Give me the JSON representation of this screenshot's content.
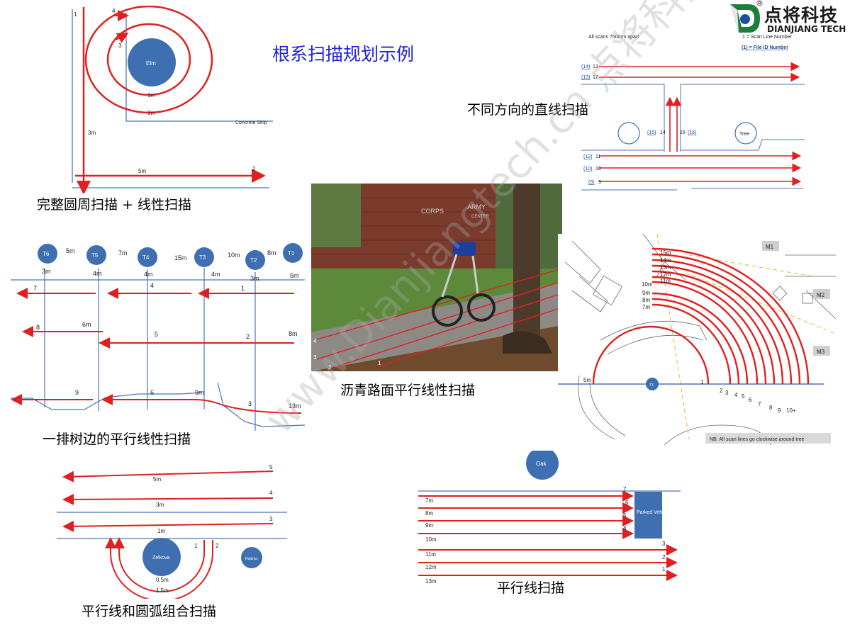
{
  "title": "根系扫描规划示例",
  "logo": {
    "cn": "点将科技",
    "en": "DIANJIANG TECH",
    "reg": "®"
  },
  "watermark": "www.Dianjiangtech.cn  点将科技",
  "d1": {
    "caption": "完整圆周扫描 + 线性扫描",
    "tree": "Elm",
    "strip": "Concrete Strip",
    "n1": "1",
    "n2": "2",
    "n3": "3",
    "n4": "4",
    "l1m": "1m",
    "l3m_a": "3m",
    "l3m_b": "3m",
    "l5m": "5m"
  },
  "d2": {
    "caption": "不同方向的直线扫描",
    "note": "All scans 750mm apart",
    "legend1": "1 = Scan Line Number",
    "legend2": "(1) = File ID Number",
    "tree": "Tree",
    "r14": "(14)",
    "n13": "13",
    "r13": "(13)",
    "n12": "12",
    "r15": "(15)",
    "n14": "14",
    "n15": "15",
    "r16": "(16)",
    "r12": "(12)",
    "n11": "11",
    "r10": "(10)",
    "n10": "10",
    "r9": "(9)",
    "n9": "9"
  },
  "d3": {
    "caption": "一排树边的平行线性扫描",
    "trees": [
      "T6",
      "T5",
      "T4",
      "T3",
      "T2",
      "T1"
    ],
    "gaps": [
      "5m",
      "7m",
      "15m",
      "10m",
      "8m"
    ],
    "dists": [
      "3m",
      "4m",
      "4m",
      "4m",
      "3m",
      "5m"
    ],
    "r1": [
      "7",
      "4",
      "1"
    ],
    "r2": [
      "8",
      "6m",
      "5",
      "2",
      "8m"
    ],
    "r3": [
      "9",
      "6",
      "9m",
      "3",
      "13m"
    ]
  },
  "photo": {
    "caption": "沥青路面平行线性扫描",
    "wall": "CORPS",
    "wall2": "ARMY",
    "wall3": "CENTER",
    "nums": [
      "4",
      "3",
      "2",
      "1"
    ]
  },
  "d4": {
    "ring_labels": [
      "15m",
      "14m",
      "13m",
      "12m",
      "11m",
      "10m",
      "9m",
      "8m",
      "7m"
    ],
    "left": "5m",
    "tag": "T3",
    "m": [
      "M1",
      "M2",
      "M3"
    ],
    "nums": [
      "1",
      "2",
      "3",
      "4",
      "5",
      "6",
      "7",
      "8",
      "9",
      "10+"
    ],
    "note": "NB: All scan lines go clockwise around tree"
  },
  "d5": {
    "caption": "平行线和圆弧组合扫描",
    "tree": "Zelkova",
    "small": "Robinia",
    "n": [
      "5",
      "4",
      "3"
    ],
    "m": [
      "5m",
      "3m",
      "1m"
    ],
    "a1": "1",
    "a2": "2",
    "r1": "0.5m",
    "r2": "1.5m"
  },
  "d6": {
    "caption": "平行线扫描",
    "tree": "Oak",
    "car": "Parked Vehicle",
    "left": [
      "7m",
      "8m",
      "9m",
      "10m",
      "11m",
      "12m",
      "13m"
    ],
    "right": [
      "7",
      "6",
      "5",
      "4",
      "3",
      "2",
      "1"
    ]
  }
}
